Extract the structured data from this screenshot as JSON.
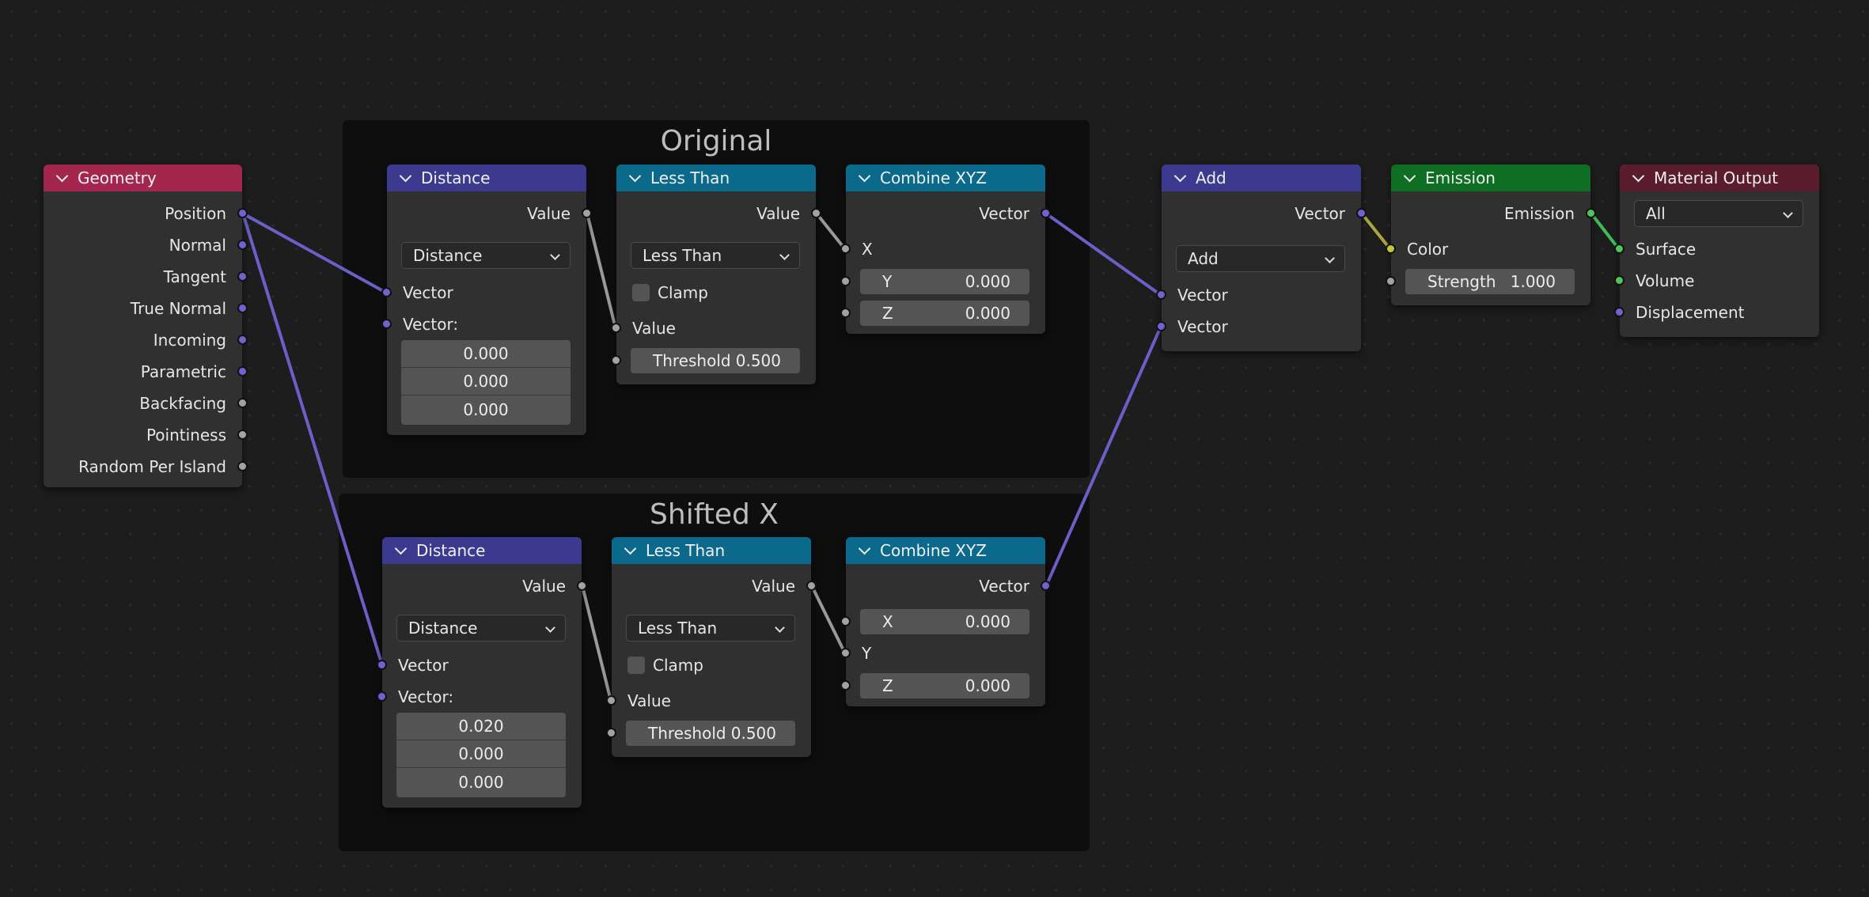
{
  "frames": {
    "original": "Original",
    "shifted": "Shifted X"
  },
  "geometry": {
    "title": "Geometry",
    "outputs": [
      "Position",
      "Normal",
      "Tangent",
      "True Normal",
      "Incoming",
      "Parametric",
      "Backfacing",
      "Pointiness",
      "Random Per Island"
    ]
  },
  "original": {
    "distance": {
      "title": "Distance",
      "out": "Value",
      "mode": "Distance",
      "in_vector": "Vector",
      "in_vector2": "Vector:",
      "values": [
        "0.000",
        "0.000",
        "0.000"
      ]
    },
    "less_than": {
      "title": "Less Than",
      "out": "Value",
      "mode": "Less Than",
      "clamp": "Clamp",
      "in_value": "Value",
      "threshold_label": "Threshold",
      "threshold_value": "0.500"
    },
    "combine": {
      "title": "Combine XYZ",
      "out": "Vector",
      "x": "X",
      "y_label": "Y",
      "y_value": "0.000",
      "z_label": "Z",
      "z_value": "0.000"
    }
  },
  "shifted": {
    "distance": {
      "title": "Distance",
      "out": "Value",
      "mode": "Distance",
      "in_vector": "Vector",
      "in_vector2": "Vector:",
      "values": [
        "0.020",
        "0.000",
        "0.000"
      ]
    },
    "less_than": {
      "title": "Less Than",
      "out": "Value",
      "mode": "Less Than",
      "clamp": "Clamp",
      "in_value": "Value",
      "threshold_label": "Threshold",
      "threshold_value": "0.500"
    },
    "combine": {
      "title": "Combine XYZ",
      "out": "Vector",
      "x_label": "X",
      "x_value": "0.000",
      "y": "Y",
      "z_label": "Z",
      "z_value": "0.000"
    }
  },
  "add": {
    "title": "Add",
    "out": "Vector",
    "mode": "Add",
    "in1": "Vector",
    "in2": "Vector"
  },
  "emission": {
    "title": "Emission",
    "out": "Emission",
    "color": "Color",
    "strength_label": "Strength",
    "strength_value": "1.000"
  },
  "material_output": {
    "title": "Material Output",
    "target": "All",
    "surface": "Surface",
    "volume": "Volume",
    "displacement": "Displacement"
  },
  "colors": {
    "geometry": "#a3264e",
    "vector_math": "#3b3a8e",
    "converter": "#0b6a8c",
    "emission": "#0e6e24",
    "output": "#5b1c2d",
    "vector_socket": "#6f63d4",
    "float_socket": "#a3a3a3",
    "color_socket": "#c9c52d",
    "shader_socket": "#4dc65c"
  }
}
